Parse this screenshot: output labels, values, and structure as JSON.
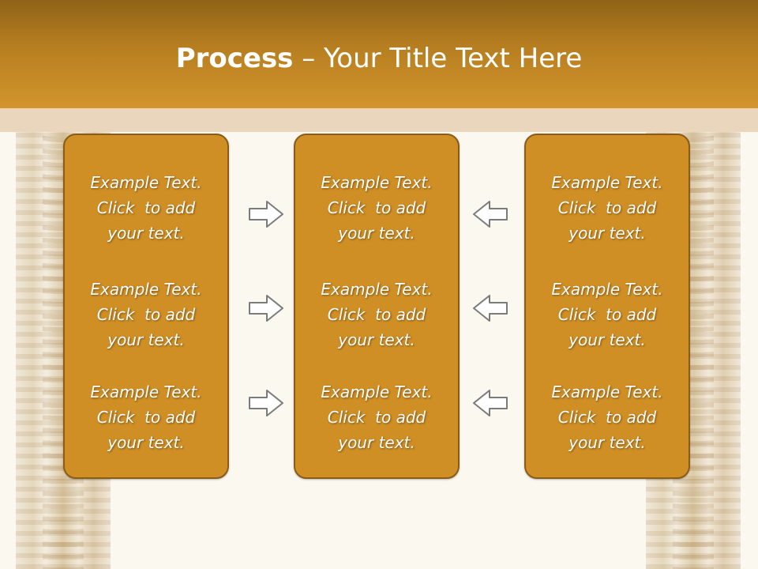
{
  "title": {
    "bold": "Process",
    "rest": " – Your Title Text Here"
  },
  "columns": [
    {
      "items": [
        {
          "l1": "Example Text.",
          "l2": "Click  to add",
          "l3": "your text."
        },
        {
          "l1": "Example Text.",
          "l2": "Click  to add",
          "l3": "your text."
        },
        {
          "l1": "Example Text.",
          "l2": "Click  to add",
          "l3": "your text."
        }
      ]
    },
    {
      "items": [
        {
          "l1": "Example Text.",
          "l2": "Click  to add",
          "l3": "your text."
        },
        {
          "l1": "Example Text.",
          "l2": "Click  to add",
          "l3": "your text."
        },
        {
          "l1": "Example Text.",
          "l2": "Click  to add",
          "l3": "your text."
        }
      ]
    },
    {
      "items": [
        {
          "l1": "Example Text.",
          "l2": "Click  to add",
          "l3": "your text."
        },
        {
          "l1": "Example Text.",
          "l2": "Click  to add",
          "l3": "your text."
        },
        {
          "l1": "Example Text.",
          "l2": "Click  to add",
          "l3": "your text."
        }
      ]
    }
  ],
  "icons": {
    "right_arrow": "arrow-right-icon",
    "left_arrow": "arrow-left-icon"
  },
  "colors": {
    "header": "#c4871f",
    "box": "#cf8f25",
    "box_border": "#8a5c17",
    "band": "#ead5bd"
  }
}
